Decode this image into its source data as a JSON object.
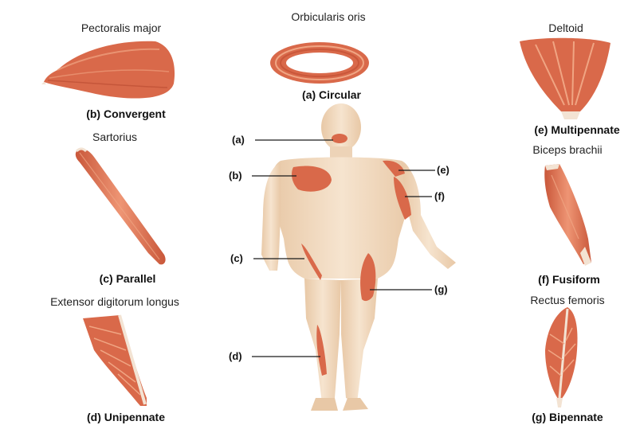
{
  "muscles": {
    "a": {
      "name": "Orbicularis oris",
      "type": "(a) Circular"
    },
    "b": {
      "name": "Pectoralis major",
      "type": "(b) Convergent"
    },
    "c": {
      "name": "Sartorius",
      "type": "(c) Parallel"
    },
    "d": {
      "name": "Extensor digitorum longus",
      "type": "(d) Unipennate"
    },
    "e": {
      "name": "Deltoid",
      "type": "(e) Multipennate"
    },
    "f": {
      "name": "Biceps brachii",
      "type": "(f) Fusiform"
    },
    "g": {
      "name": "Rectus femoris",
      "type": "(g) Bipennate"
    }
  },
  "callouts": [
    "(a)",
    "(b)",
    "(c)",
    "(d)",
    "(e)",
    "(f)",
    "(g)"
  ],
  "colors": {
    "muscle": "#d9694a",
    "muscle_dark": "#b84a30",
    "muscle_light": "#f0a583",
    "tendon": "#f3e3d3",
    "skin": "#f1dcc4",
    "skin_shade": "#e3c3a2"
  }
}
